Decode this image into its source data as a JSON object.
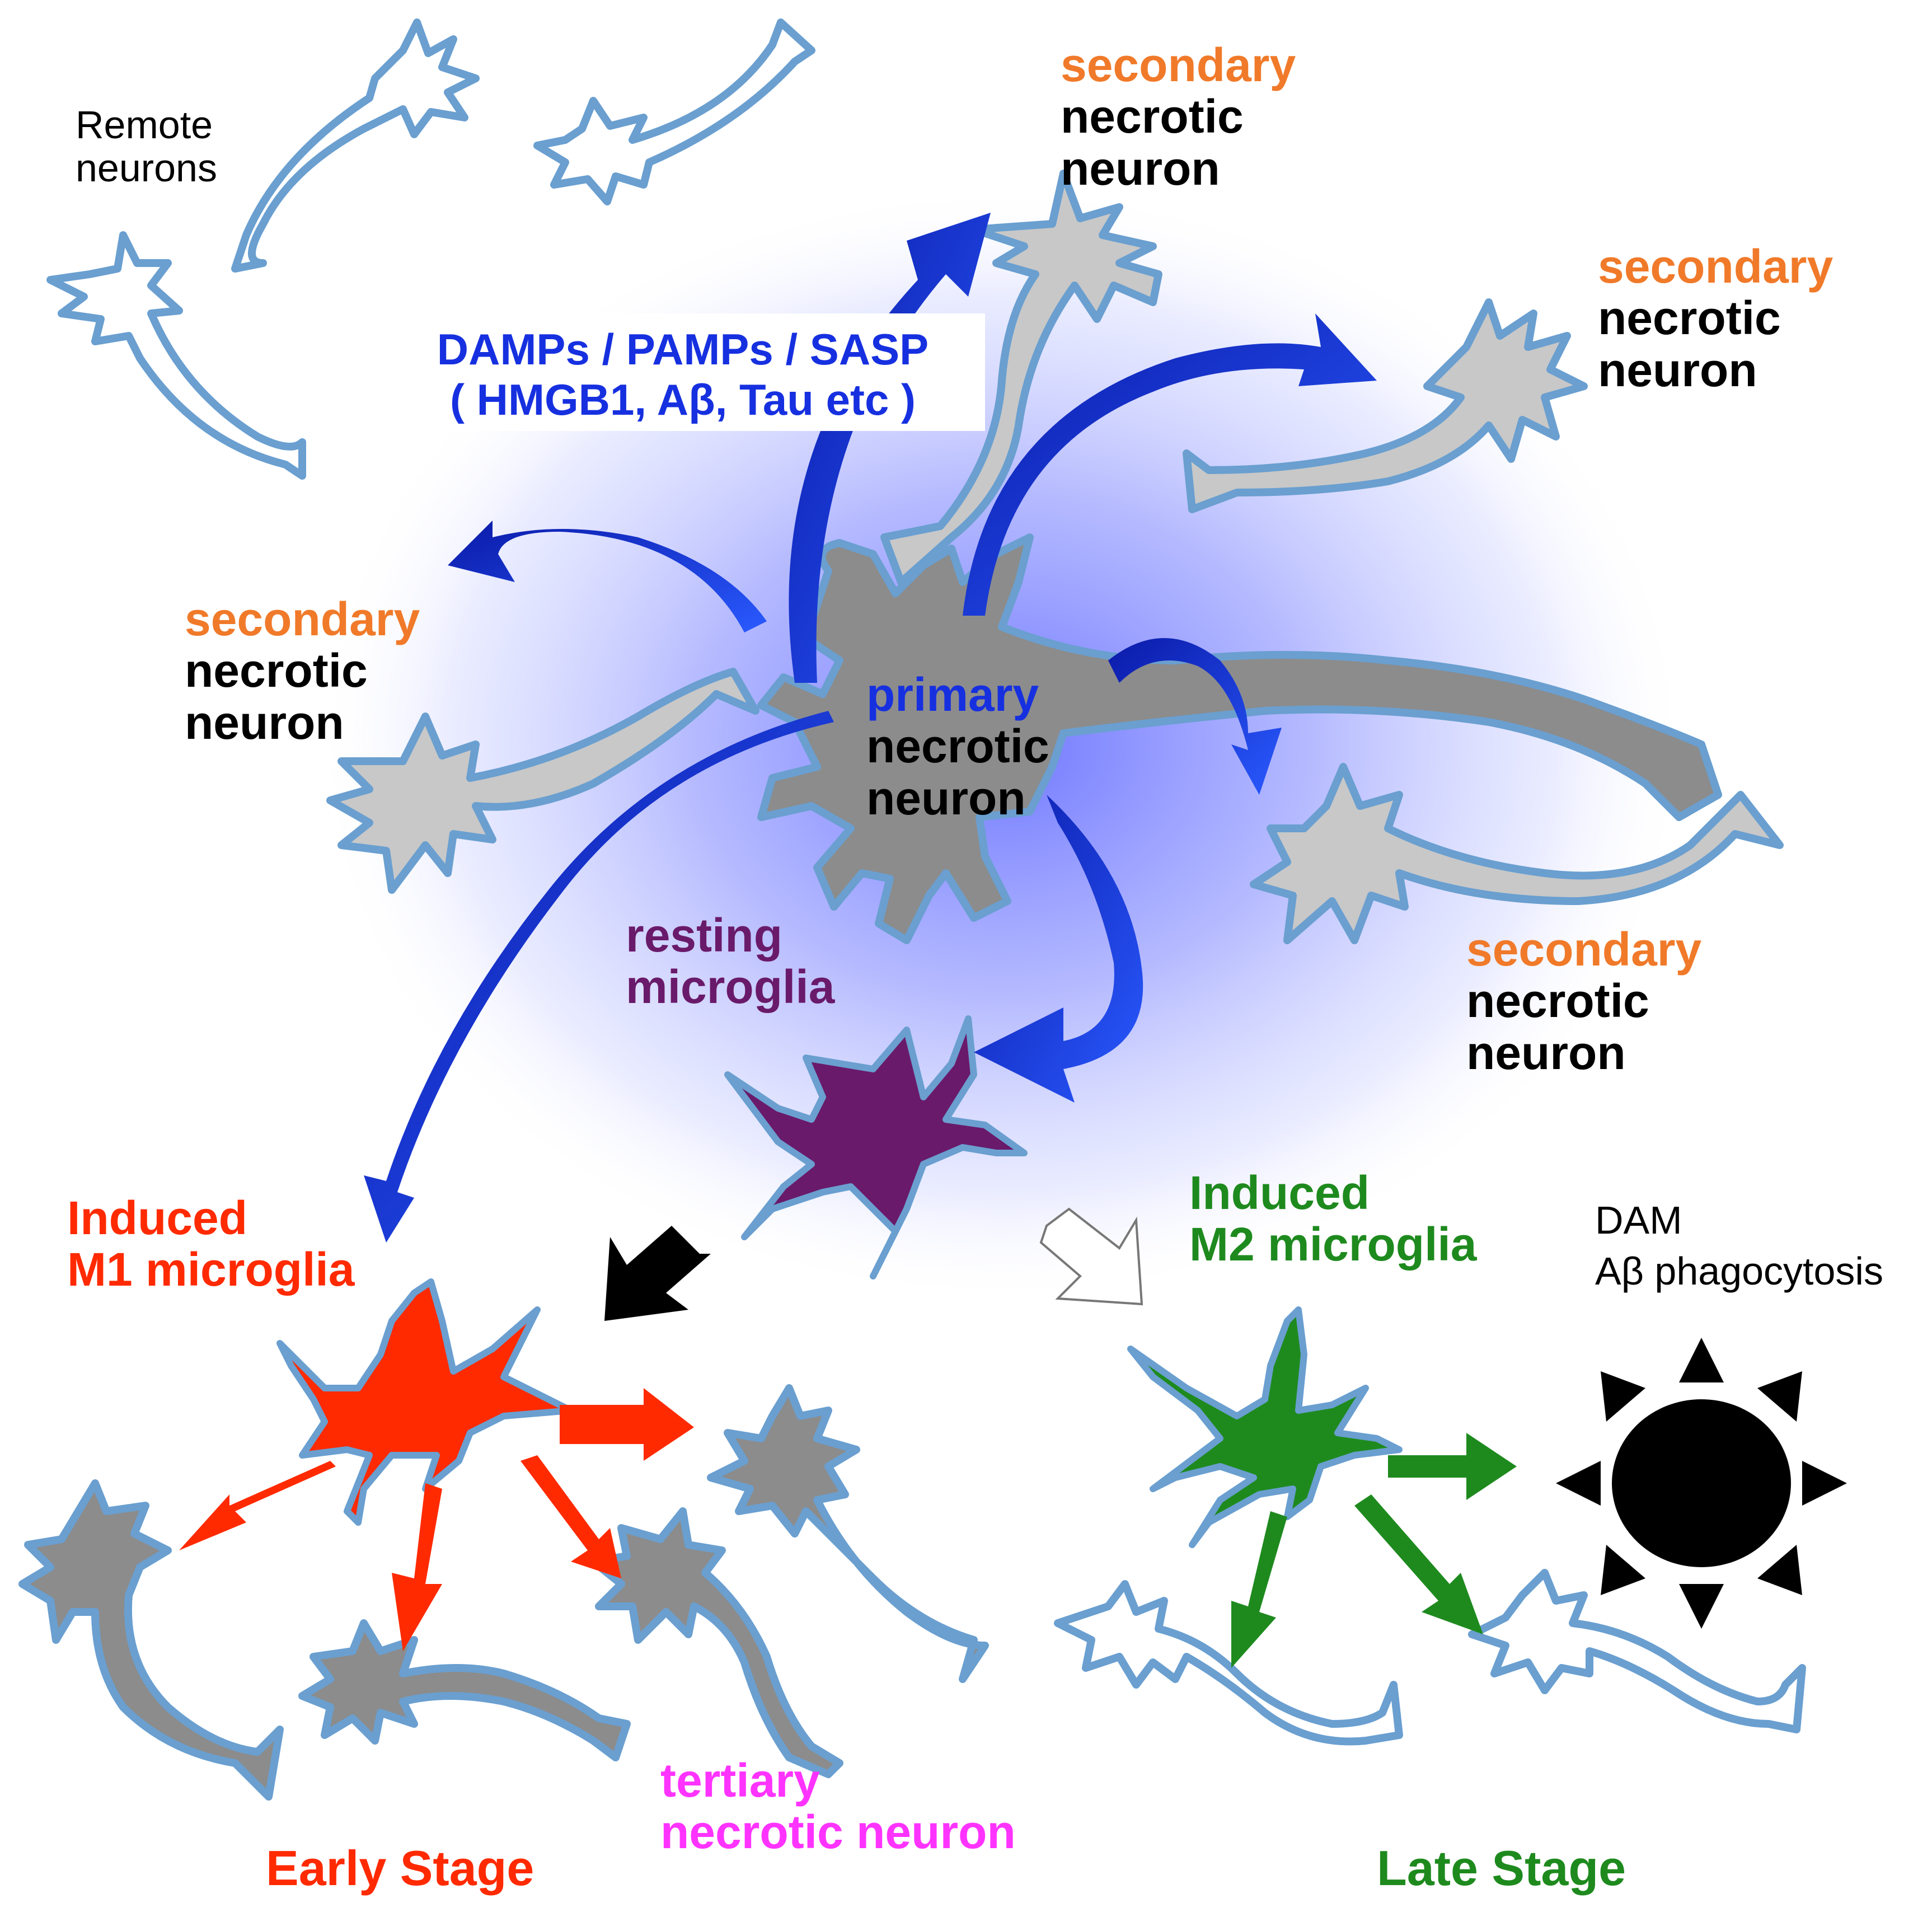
{
  "labels": {
    "remote_neurons": {
      "line1": "Remote",
      "line2": "neurons"
    },
    "damps": {
      "line1": "DAMPs / PAMPs / SASP",
      "line2": "( HMGB1, Aβ, Tau etc )"
    },
    "secondary_top": {
      "l1": "secondary",
      "l2": "necrotic",
      "l3": "neuron"
    },
    "secondary_right": {
      "l1": "secondary",
      "l2": "necrotic",
      "l3": "neuron"
    },
    "secondary_left": {
      "l1": "secondary",
      "l2": "necrotic",
      "l3": "neuron"
    },
    "secondary_lower_right": {
      "l1": "secondary",
      "l2": "necrotic",
      "l3": "neuron"
    },
    "primary": {
      "l1": "primary",
      "l2": "necrotic",
      "l3": "neuron"
    },
    "resting": {
      "l1": "resting",
      "l2": "microglia"
    },
    "m1": {
      "l1": "Induced",
      "l2": "M1 microglia"
    },
    "m2": {
      "l1": "Induced",
      "l2": "M2 microglia"
    },
    "dam": {
      "l1": "DAM",
      "l2": "Aβ phagocytosis"
    },
    "tertiary": {
      "l1": "tertiary",
      "l2": "necrotic neuron"
    },
    "early_stage": "Early Stage",
    "late_stage": "Late Stage"
  },
  "colors": {
    "glow": "#8088ff",
    "neuron_outline": "#6a9fd0",
    "secondary_fill": "#c8c8c8",
    "primary_fill": "#8c8c8c",
    "tertiary_fill": "#8c8c8c",
    "microglia_resting": "#6a1a6a",
    "microglia_m1": "#ff2a00",
    "microglia_m2": "#1e8a1e",
    "spread_arrow": "#1640ff"
  },
  "icons": {
    "dam": "sun-icon"
  }
}
